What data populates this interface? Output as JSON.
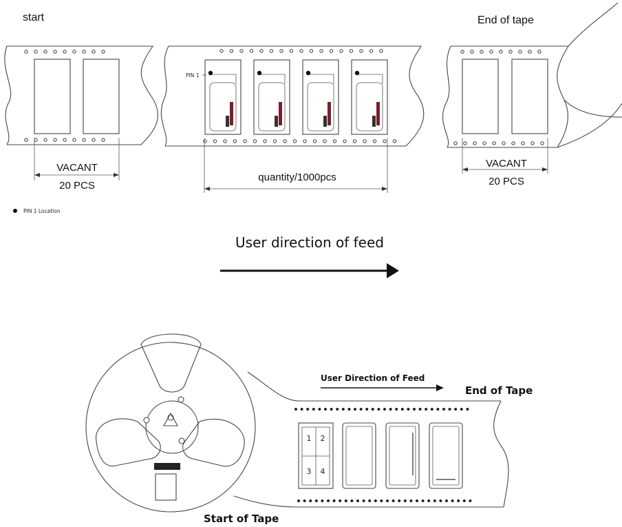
{
  "top": {
    "start_label": "start",
    "end_label": "End of tape",
    "pin1_tag": "PIN 1",
    "vacant_left": {
      "line1": "VACANT",
      "line2": "20 PCS"
    },
    "vacant_right": {
      "line1": "VACANT",
      "line2": "20 PCS"
    },
    "quantity_label": "quantity/1000pcs",
    "legend_label": "PIN 1 Location"
  },
  "direction": {
    "label": "User direction of feed"
  },
  "reel": {
    "feed_label": "User Direction of Feed",
    "end_label": "End of Tape",
    "start_label": "Start of Tape",
    "pin_quadrants": [
      "1",
      "2",
      "3",
      "4"
    ]
  },
  "colors": {
    "line": "#444444",
    "text": "#111111",
    "chip_mark": "#7a1f2b",
    "background": "#ffffff"
  }
}
